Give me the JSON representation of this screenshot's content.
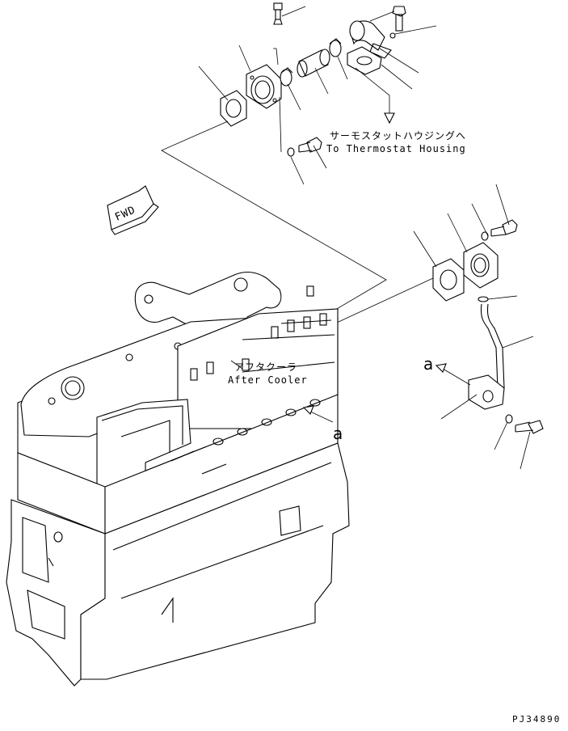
{
  "labels": {
    "thermostat_jp": "サーモスタットハウジングへ",
    "thermostat_en": "To Thermostat Housing",
    "aftercooler_jp": "アフタクーラ",
    "aftercooler_en": "After Cooler",
    "fwd": "FWD",
    "view_a_top": "a",
    "view_a_bottom": "a",
    "drawing_no": "PJ34890"
  },
  "colors": {
    "line": "#000000",
    "background": "#ffffff"
  }
}
